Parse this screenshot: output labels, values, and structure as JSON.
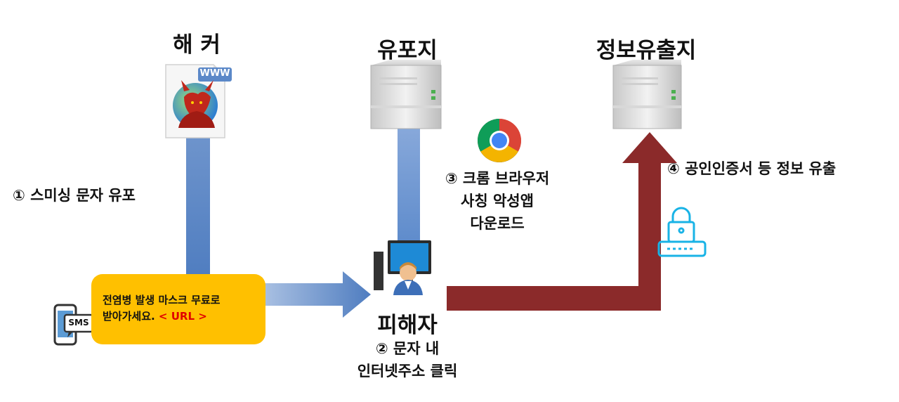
{
  "titles": {
    "hacker": "해 커",
    "distribution": "유포지",
    "leak": "정보유출지",
    "victim": "피해자"
  },
  "steps": {
    "step1": "① 스미싱 문자 유포",
    "step2": [
      "② 문자 내",
      "인터넷주소 클릭"
    ],
    "step3": [
      "③ 크롬 브라우저",
      "사칭 악성앱",
      "다운로드"
    ],
    "step4": "④ 공인인증서 등 정보 유출"
  },
  "message": {
    "line1": "전염병 발생 마스크 무료로",
    "line2": "받아가세요.",
    "url": " < URL >"
  },
  "icons": {
    "www_badge": "WWW",
    "sms_badge": "SMS"
  },
  "colors": {
    "blue_arrow": "#5a86c6",
    "red_arrow": "#8b2a2a",
    "bubble": "#ffc000",
    "url_text": "#e00000",
    "lock": "#19b3e6"
  }
}
